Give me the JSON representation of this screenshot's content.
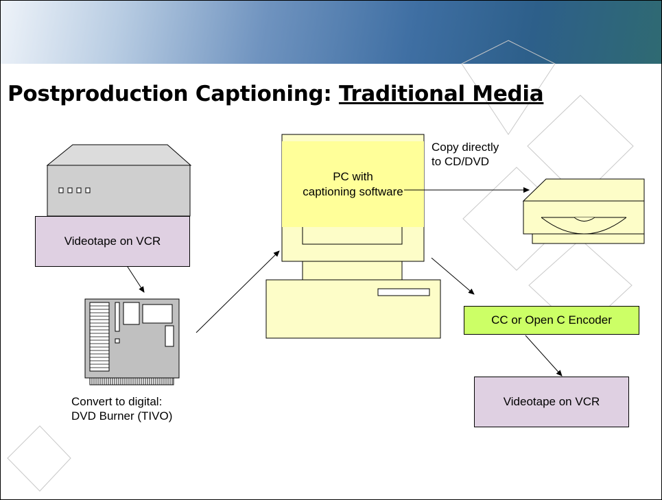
{
  "slide": {
    "title_prefix": "Postproduction Captioning: ",
    "title_underlined": "Traditional Media"
  },
  "nodes": {
    "vcr_source_label": "Videotape on VCR",
    "pc_label_line1": "PC with",
    "pc_label_line2": "captioning software",
    "copy_label_line1": "Copy directly",
    "copy_label_line2": "to CD/DVD",
    "convert_label_line1": "Convert to digital:",
    "convert_label_line2": "DVD Burner (TIVO)",
    "encoder_label": "CC or Open C Encoder",
    "vcr_output_label": "Videotape on VCR"
  },
  "colors": {
    "lavender_box": "#dfd0e2",
    "pc_yellow": "#fdfdc8",
    "pc_highlight": "#ffff99",
    "encoder_green": "#ccff66",
    "card_gray": "#c0c0c0",
    "vcr_gray": "#cfcfcf"
  }
}
